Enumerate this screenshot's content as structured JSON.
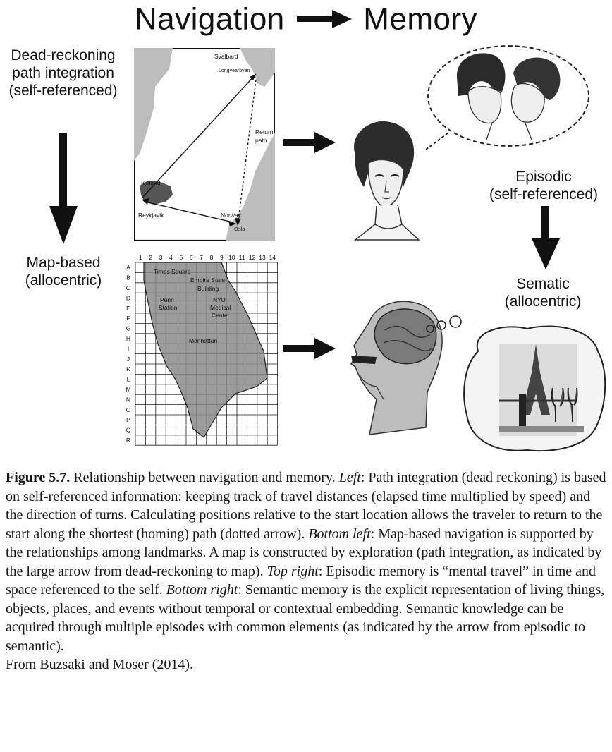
{
  "title": {
    "left": "Navigation",
    "right": "Memory"
  },
  "labels": {
    "dead_reckoning": [
      "Dead-reckoning",
      "path integration",
      "(self-referenced)"
    ],
    "map_based": [
      "Map-based",
      "(allocentric)"
    ],
    "episodic": [
      "Episodic",
      "(self-referenced)"
    ],
    "semantic": [
      "Sematic",
      "(allocentric)"
    ]
  },
  "top_map": {
    "places": [
      "Svalbard",
      "Longyearbyen",
      "Iceland",
      "Reykjavik",
      "Norway",
      "Oslo"
    ],
    "return_path": [
      "Return",
      "path"
    ]
  },
  "grid_map": {
    "columns": [
      "1",
      "2",
      "3",
      "4",
      "5",
      "6",
      "7",
      "8",
      "9",
      "10",
      "11",
      "12",
      "13",
      "14"
    ],
    "rows": [
      "A",
      "B",
      "C",
      "D",
      "E",
      "F",
      "G",
      "H",
      "I",
      "J",
      "K",
      "L",
      "M",
      "N",
      "O",
      "P",
      "Q",
      "R"
    ],
    "places": [
      "Times Square",
      "Empire State",
      "Building",
      "Penn",
      "Station",
      "NYU",
      "Medical",
      "Center",
      "Manhattan"
    ]
  },
  "caption": {
    "figure_label": "Figure 5.7.",
    "lines": [
      " Relationship between navigation and memory. ",
      "Left",
      ": Path integration (dead reckoning) is based on self-referenced information: keeping track of travel distances (elapsed time multiplied by speed) and the direction of turns. Calculating positions relative to the start location allows the traveler to return to the start along the shortest (homing) path (dotted arrow). ",
      "Bottom left",
      ": Map-based navigation is supported by the relationships among landmarks. A map is constructed by exploration (path integration, as indicated by the large arrow from dead-reckoning to map). ",
      "Top right",
      ": Episodic memory is “mental travel” in time and space referenced to the self. ",
      "Bottom right",
      ": Semantic memory is the explicit representation of living things, objects, places, and events without temporal or contextual embedding. Semantic knowledge can be acquired through multiple episodes with common elements (as indicated by the arrow from episodic to semantic)."
    ],
    "source": "From Buzsaki and Moser (2014)."
  }
}
